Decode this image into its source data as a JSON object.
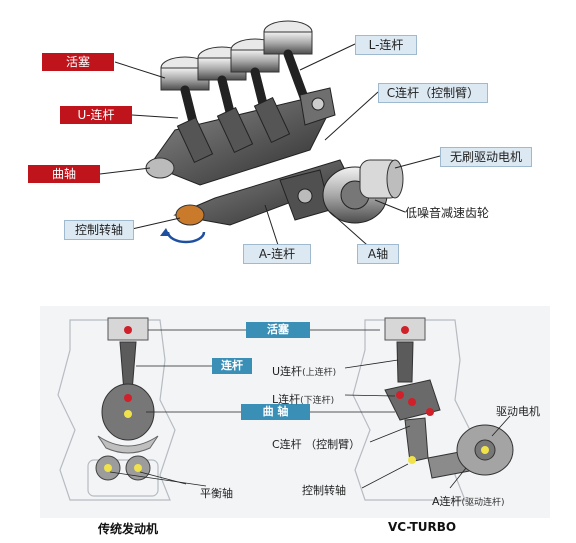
{
  "top": {
    "labels": {
      "piston": "活塞",
      "u_rod": "U-连杆",
      "crankshaft": "曲轴",
      "control_shaft": "控制转轴",
      "l_rod": "L-连杆",
      "c_rod": "C连杆（控制臂）",
      "brushless_motor": "无刷驱动电机",
      "gear": "低噪音减速齿轮",
      "a_shaft": "A轴",
      "a_rod": "A-连杆"
    }
  },
  "bottom": {
    "center_labels": {
      "piston": "活塞",
      "rod": "连杆",
      "crank": "曲 轴"
    },
    "right_labels": {
      "u_rod_main": "U连杆",
      "u_rod_note": "(上连杆)",
      "l_rod_main": "L连杆",
      "l_rod_note": "(下连杆)",
      "c_rod": "C连杆 （控制臂）",
      "control_shaft": "控制转轴",
      "a_rod_main": "A连杆",
      "a_rod_note": "(驱动连杆)",
      "motor": "驱动电机"
    },
    "left_labels": {
      "balance_shaft": "平衡轴"
    },
    "captions": {
      "left": "传统发动机",
      "right": "VC-TURBO"
    }
  }
}
